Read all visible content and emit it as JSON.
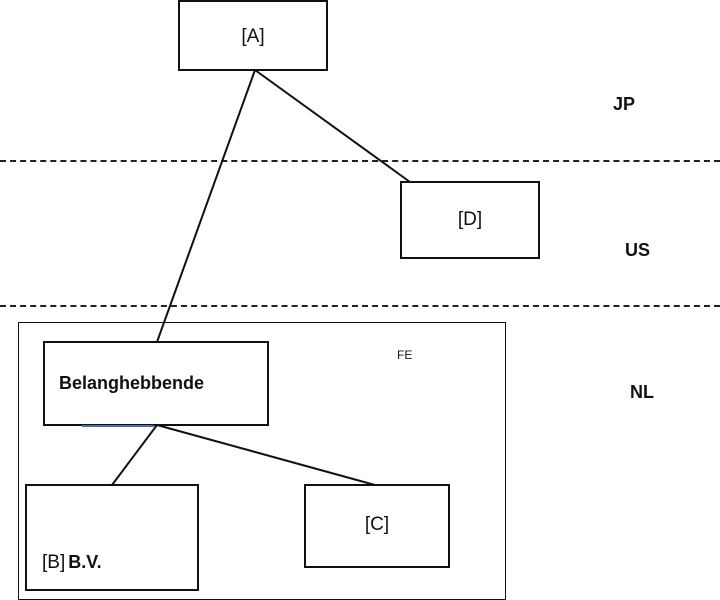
{
  "nodes": {
    "a": "[A]",
    "d": "[D]",
    "belanghebbende": "Belanghebbende",
    "b_prefix": "[B]",
    "b_suffix": "B.V.",
    "c": "[C]"
  },
  "regions": {
    "jp": "JP",
    "us": "US",
    "nl": "NL",
    "fe": "FE"
  }
}
